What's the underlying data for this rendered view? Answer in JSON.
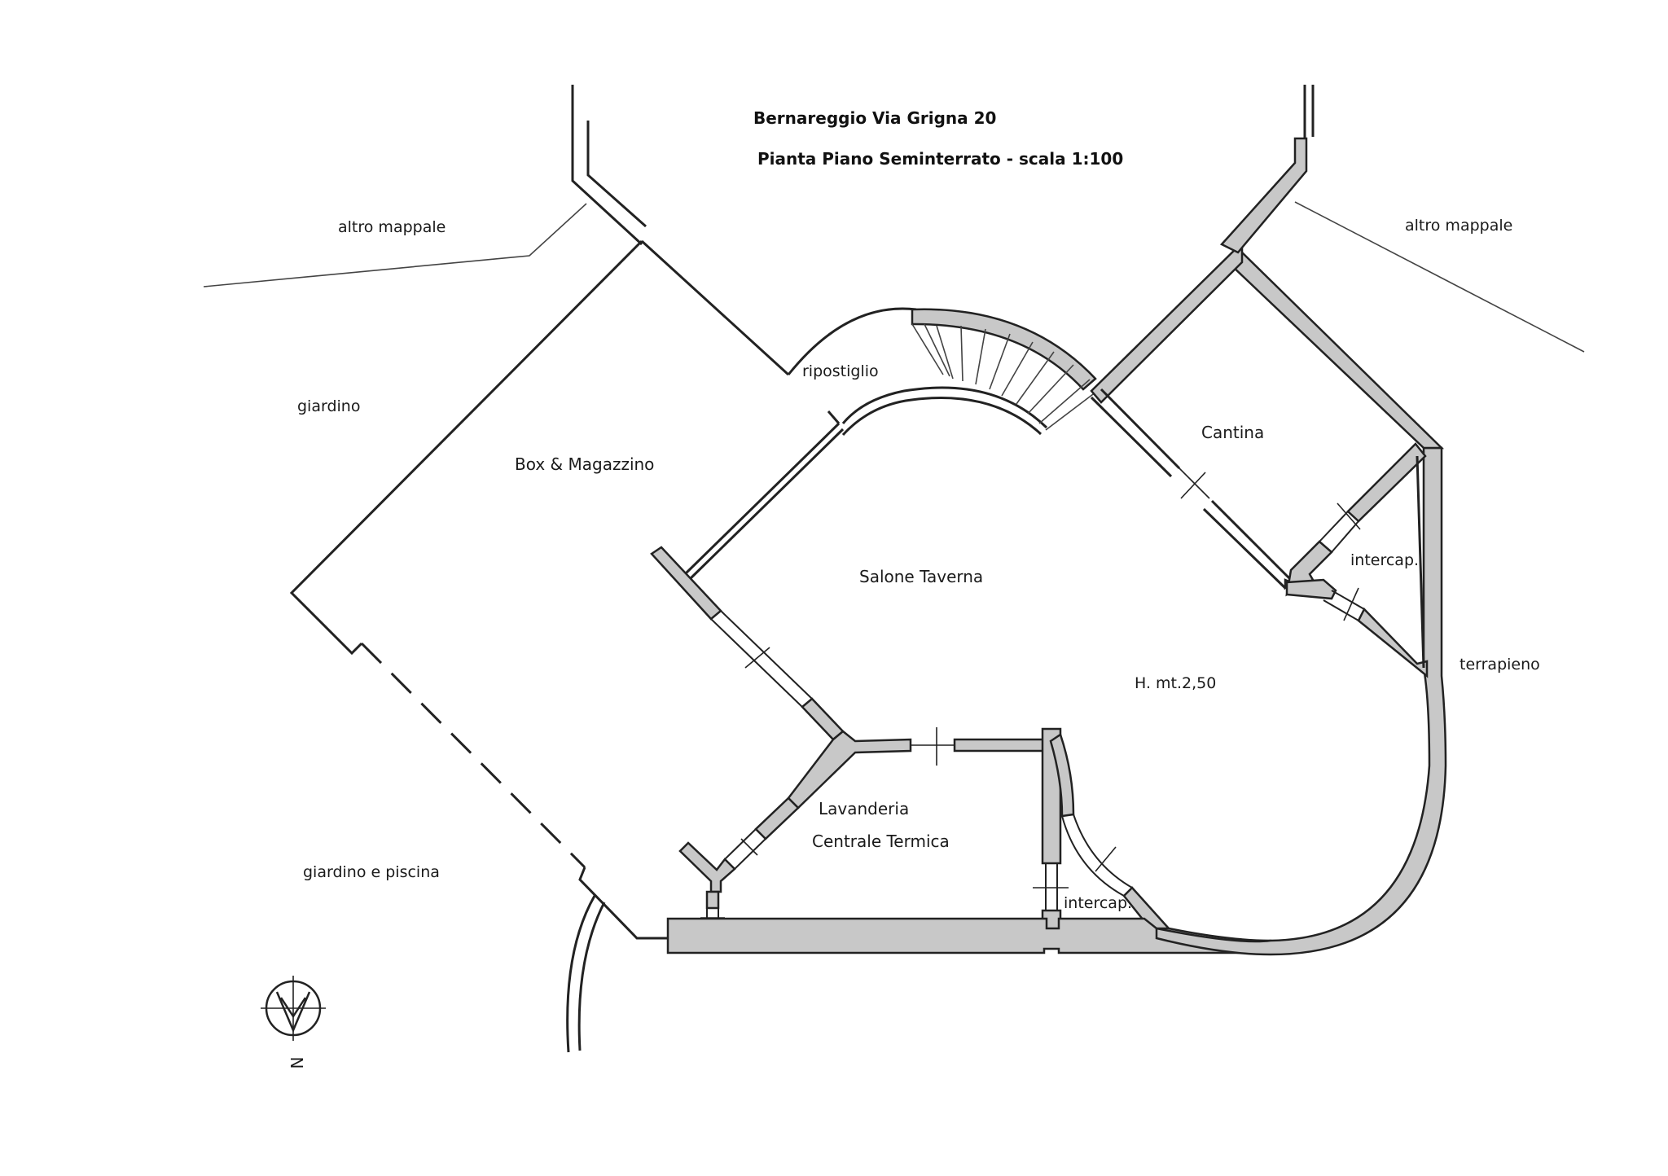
{
  "title": {
    "address": "Bernareggio Via Grigna 20",
    "subtitle": "Pianta Piano Seminterrato - scala 1:100"
  },
  "labels": {
    "altro_mappale_left": "altro mappale",
    "altro_mappale_right": "altro mappale",
    "giardino": "giardino",
    "box": "Box & Magazzino",
    "ripostiglio": "ripostiglio",
    "cantina": "Cantina",
    "salone": "Salone Taverna",
    "intercap_right": "intercap.",
    "terrapieno": "terrapieno",
    "height": "H. mt.2,50",
    "lavanderia": "Lavanderia",
    "centrale_termica": "Centrale Termica",
    "intercap_bottom": "intercap.",
    "giardino_piscina": "giardino e piscina",
    "north": "N"
  },
  "colors": {
    "wall_fill": "#c8c8c8",
    "line": "#222222"
  },
  "icons": {
    "north_arrow": "north-arrow-icon"
  }
}
